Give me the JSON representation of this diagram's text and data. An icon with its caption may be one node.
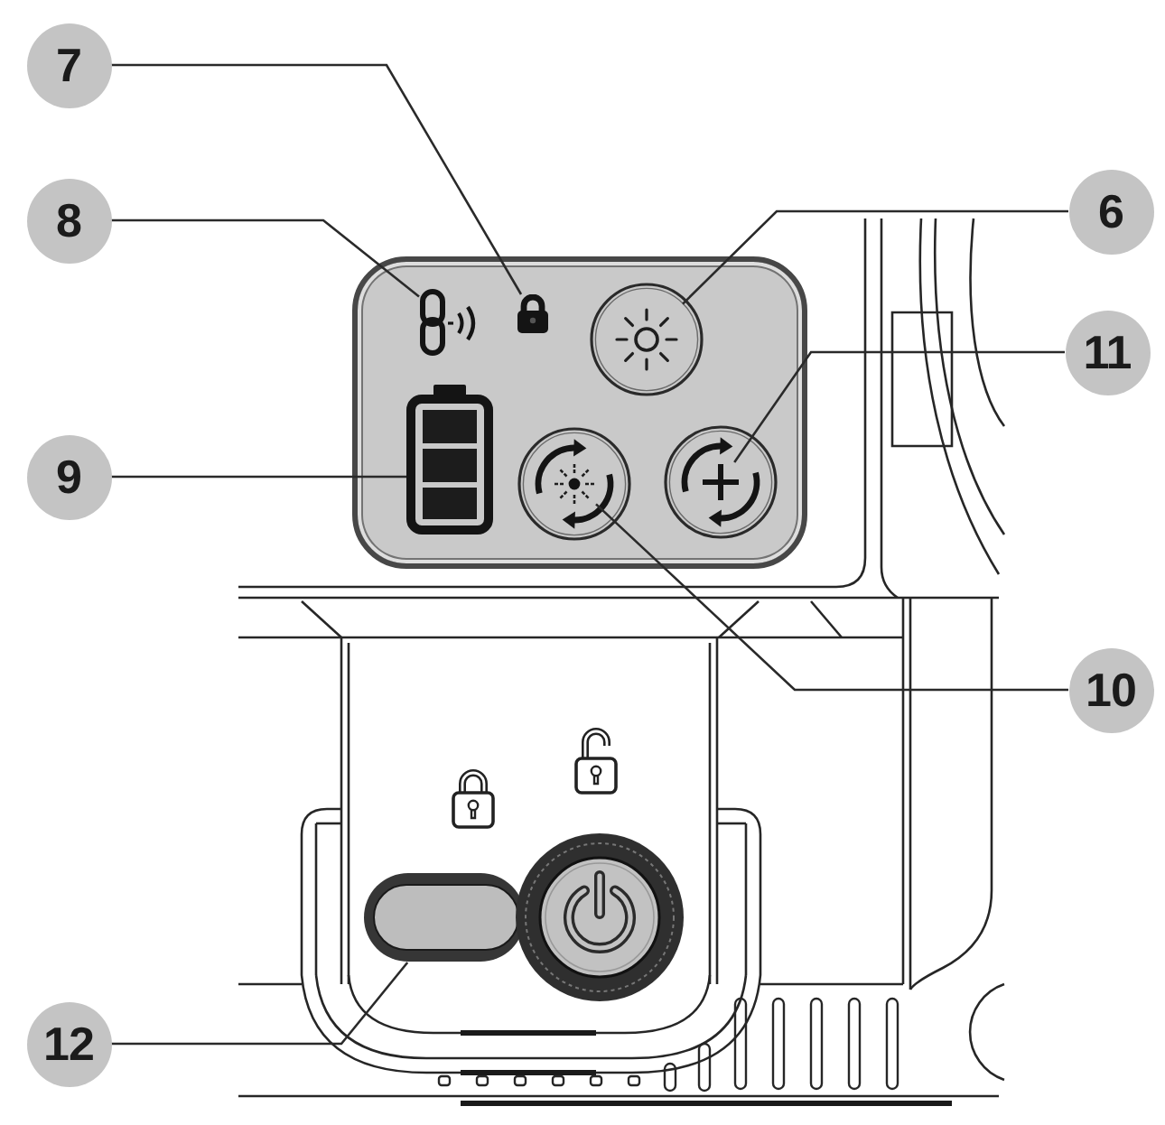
{
  "diagram": {
    "nodes": [
      {
        "text": [
          "7"
        ]
      },
      {
        "text": [
          "6"
        ]
      },
      {
        "text": [
          "8"
        ]
      },
      {
        "text": [
          "11"
        ]
      },
      {
        "text": [
          "9"
        ]
      },
      {
        "text": [
          "10"
        ]
      },
      {
        "text": [
          "12"
        ]
      },
      {
        "text": [],
        "shape": "picture"
      },
      {
        "text": [],
        "shape": "picture"
      },
      {
        "text": [],
        "shape": "picture"
      },
      {
        "text": [],
        "shape": "picture"
      },
      {
        "text": [],
        "shape": "picture"
      },
      {
        "text": [],
        "shape": "picture"
      },
      {
        "text": [],
        "shape": "bar"
      }
    ],
    "edges": [
      {
        "from": 0,
        "to": 7,
        "arrow": "none"
      },
      {
        "from": 1,
        "to": 8,
        "arrow": "none"
      },
      {
        "from": 2,
        "to": 9,
        "arrow": "none"
      },
      {
        "from": 3,
        "to": 10,
        "arrow": "none"
      },
      {
        "from": 4,
        "to": 11,
        "arrow": "none"
      },
      {
        "from": 5,
        "to": 12,
        "arrow": "none"
      },
      {
        "from": 6,
        "to": 13,
        "arrow": "none"
      }
    ]
  }
}
